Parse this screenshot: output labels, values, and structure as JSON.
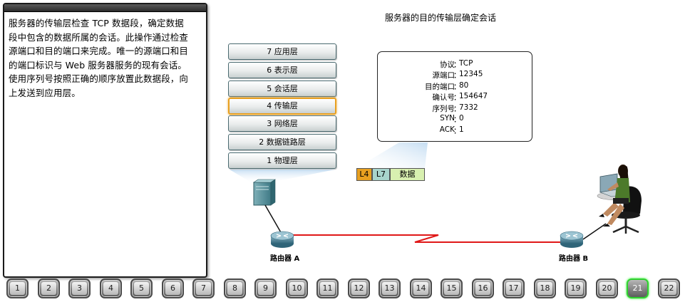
{
  "panel": {
    "lines": [
      "服务器的传输层检查 TCP 数据段，确定数据",
      "段中包含的数据所属的会话。此操作通过检查",
      "源端口和目的端口来完成。唯一的源端口和目",
      "的端口标识与 Web 服务器服务的现有会话。",
      "使用序列号按照正确的顺序放置此数据段，向",
      "上发送到应用层。"
    ]
  },
  "title": "服务器的目的传输层确定会话",
  "layers": [
    {
      "label": "7 应用层"
    },
    {
      "label": "6 表示层"
    },
    {
      "label": "5 会话层"
    },
    {
      "label": "4 传输层"
    },
    {
      "label": "3 网络层"
    },
    {
      "label": "2 数据链路层"
    },
    {
      "label": "1 物理层"
    }
  ],
  "active_layer_index": 3,
  "info": [
    {
      "key": "协议",
      "value": "TCP"
    },
    {
      "key": "源端口",
      "value": "12345"
    },
    {
      "key": "目的端口",
      "value": "80"
    },
    {
      "key": "确认号",
      "value": "154647"
    },
    {
      "key": "序列号",
      "value": "7332"
    },
    {
      "key": "SYN",
      "value": "0"
    },
    {
      "key": "ACK",
      "value": "1"
    }
  ],
  "info_colon": "：",
  "segment": {
    "l4": "L4",
    "l7": "L7",
    "data": "数据"
  },
  "colors": {
    "l4": "#e8a020",
    "l7": "#a8d4cc",
    "data": "#d8f0b0",
    "link": "#e01818",
    "accent": "#e8a020"
  },
  "routers": {
    "a": "路由器 A",
    "b": "路由器 B"
  },
  "nav": {
    "buttons": [
      "1",
      "2",
      "3",
      "4",
      "5",
      "6",
      "7",
      "8",
      "9",
      "10",
      "11",
      "12",
      "13",
      "14",
      "15",
      "16",
      "17",
      "18",
      "19",
      "20",
      "21",
      "22"
    ],
    "active": "21"
  }
}
